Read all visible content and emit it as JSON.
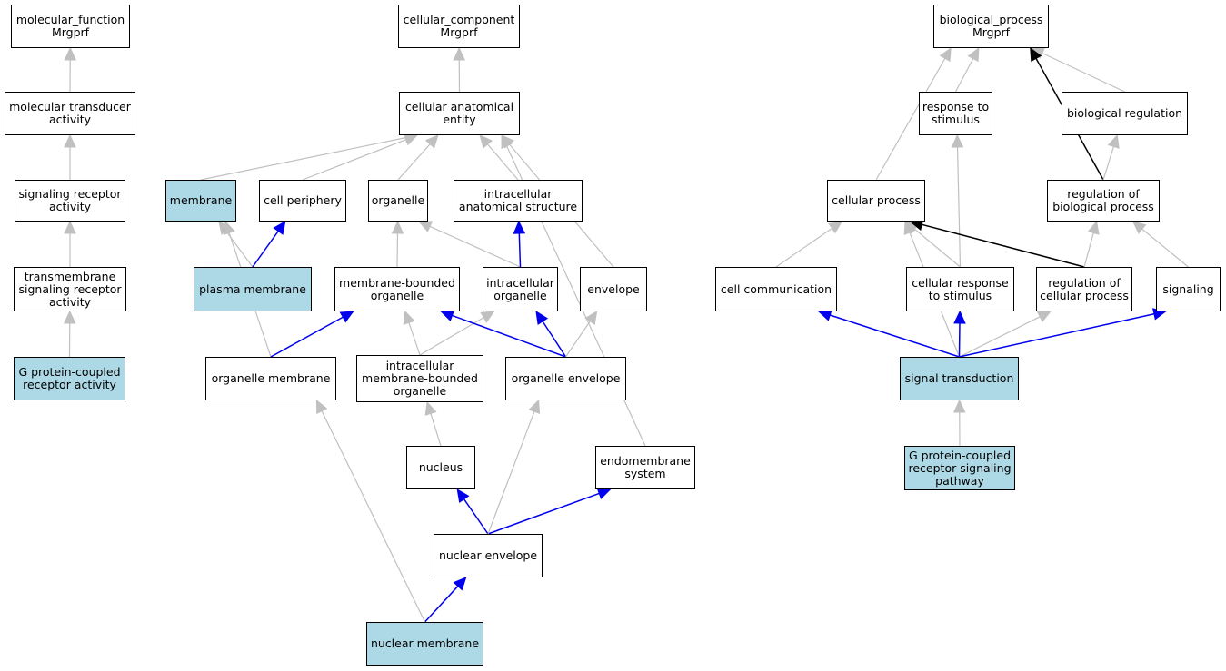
{
  "colors": {
    "node_fill": "#ffffff",
    "highlight_fill": "#add8e6",
    "edge_gray": "#c0c0c0",
    "edge_blue": "#0000ee",
    "edge_black": "#000000"
  },
  "nodes": [
    {
      "id": "mf",
      "label": "molecular_function\nMrgprf",
      "highlight": false
    },
    {
      "id": "mta",
      "label": "molecular transducer\nactivity",
      "highlight": false
    },
    {
      "id": "sra",
      "label": "signaling receptor\nactivity",
      "highlight": false
    },
    {
      "id": "tsra",
      "label": "transmembrane\nsignaling receptor\nactivity",
      "highlight": false
    },
    {
      "id": "gpcra",
      "label": "G protein-coupled\nreceptor activity",
      "highlight": true
    },
    {
      "id": "cc",
      "label": "cellular_component\nMrgprf",
      "highlight": false
    },
    {
      "id": "cae",
      "label": "cellular anatomical\nentity",
      "highlight": false
    },
    {
      "id": "membrane",
      "label": "membrane",
      "highlight": true
    },
    {
      "id": "cellper",
      "label": "cell periphery",
      "highlight": false
    },
    {
      "id": "organelle",
      "label": "organelle",
      "highlight": false
    },
    {
      "id": "ias",
      "label": "intracellular\nanatomical structure",
      "highlight": false
    },
    {
      "id": "plasma",
      "label": "plasma membrane",
      "highlight": true
    },
    {
      "id": "mbo",
      "label": "membrane-bounded\norganelle",
      "highlight": false
    },
    {
      "id": "io",
      "label": "intracellular\norganelle",
      "highlight": false
    },
    {
      "id": "envelope",
      "label": "envelope",
      "highlight": false
    },
    {
      "id": "om",
      "label": "organelle membrane",
      "highlight": false
    },
    {
      "id": "imbo",
      "label": "intracellular\nmembrane-bounded\norganelle",
      "highlight": false
    },
    {
      "id": "oe",
      "label": "organelle envelope",
      "highlight": false
    },
    {
      "id": "nucleus",
      "label": "nucleus",
      "highlight": false
    },
    {
      "id": "endo",
      "label": "endomembrane\nsystem",
      "highlight": false
    },
    {
      "id": "ne",
      "label": "nuclear envelope",
      "highlight": false
    },
    {
      "id": "nm",
      "label": "nuclear membrane",
      "highlight": true
    },
    {
      "id": "bp",
      "label": "biological_process\nMrgprf",
      "highlight": false
    },
    {
      "id": "rts",
      "label": "response to\nstimulus",
      "highlight": false
    },
    {
      "id": "breg",
      "label": "biological regulation",
      "highlight": false
    },
    {
      "id": "cp",
      "label": "cellular process",
      "highlight": false
    },
    {
      "id": "rbp",
      "label": "regulation of\nbiological process",
      "highlight": false
    },
    {
      "id": "cellcomm",
      "label": "cell communication",
      "highlight": false
    },
    {
      "id": "crs",
      "label": "cellular response\nto stimulus",
      "highlight": false
    },
    {
      "id": "rcp",
      "label": "regulation of\ncellular process",
      "highlight": false
    },
    {
      "id": "signaling",
      "label": "signaling",
      "highlight": false
    },
    {
      "id": "st",
      "label": "signal transduction",
      "highlight": true
    },
    {
      "id": "gpcrsp",
      "label": "G protein-coupled\nreceptor signaling\npathway",
      "highlight": true
    }
  ],
  "edges": [
    {
      "from": "mta",
      "to": "mf",
      "color": "gray"
    },
    {
      "from": "sra",
      "to": "mta",
      "color": "gray"
    },
    {
      "from": "tsra",
      "to": "sra",
      "color": "gray"
    },
    {
      "from": "gpcra",
      "to": "tsra",
      "color": "gray"
    },
    {
      "from": "cae",
      "to": "cc",
      "color": "gray"
    },
    {
      "from": "membrane",
      "to": "cae",
      "color": "gray"
    },
    {
      "from": "cellper",
      "to": "cae",
      "color": "gray"
    },
    {
      "from": "organelle",
      "to": "cae",
      "color": "gray"
    },
    {
      "from": "ias",
      "to": "cae",
      "color": "gray"
    },
    {
      "from": "envelope",
      "to": "cae",
      "color": "gray"
    },
    {
      "from": "endo",
      "to": "cae",
      "color": "gray"
    },
    {
      "from": "plasma",
      "to": "membrane",
      "color": "gray"
    },
    {
      "from": "plasma",
      "to": "cellper",
      "color": "blue"
    },
    {
      "from": "mbo",
      "to": "organelle",
      "color": "gray"
    },
    {
      "from": "io",
      "to": "organelle",
      "color": "gray"
    },
    {
      "from": "io",
      "to": "ias",
      "color": "blue"
    },
    {
      "from": "om",
      "to": "membrane",
      "color": "gray"
    },
    {
      "from": "om",
      "to": "mbo",
      "color": "blue"
    },
    {
      "from": "imbo",
      "to": "mbo",
      "color": "gray"
    },
    {
      "from": "imbo",
      "to": "io",
      "color": "gray"
    },
    {
      "from": "oe",
      "to": "mbo",
      "color": "blue"
    },
    {
      "from": "oe",
      "to": "io",
      "color": "blue"
    },
    {
      "from": "oe",
      "to": "envelope",
      "color": "gray"
    },
    {
      "from": "nucleus",
      "to": "imbo",
      "color": "gray"
    },
    {
      "from": "ne",
      "to": "nucleus",
      "color": "blue"
    },
    {
      "from": "ne",
      "to": "endo",
      "color": "blue"
    },
    {
      "from": "ne",
      "to": "oe",
      "color": "gray"
    },
    {
      "from": "nm",
      "to": "ne",
      "color": "blue"
    },
    {
      "from": "nm",
      "to": "om",
      "color": "gray"
    },
    {
      "from": "rts",
      "to": "bp",
      "color": "gray"
    },
    {
      "from": "breg",
      "to": "bp",
      "color": "gray"
    },
    {
      "from": "cp",
      "to": "bp",
      "color": "gray"
    },
    {
      "from": "rbp",
      "to": "bp",
      "color": "black"
    },
    {
      "from": "rbp",
      "to": "breg",
      "color": "gray"
    },
    {
      "from": "cellcomm",
      "to": "cp",
      "color": "gray"
    },
    {
      "from": "crs",
      "to": "cp",
      "color": "gray"
    },
    {
      "from": "crs",
      "to": "rts",
      "color": "gray"
    },
    {
      "from": "rcp",
      "to": "cp",
      "color": "black"
    },
    {
      "from": "rcp",
      "to": "rbp",
      "color": "gray"
    },
    {
      "from": "signaling",
      "to": "rbp",
      "color": "gray"
    },
    {
      "from": "st",
      "to": "cellcomm",
      "color": "blue"
    },
    {
      "from": "st",
      "to": "cp",
      "color": "gray"
    },
    {
      "from": "st",
      "to": "crs",
      "color": "blue"
    },
    {
      "from": "st",
      "to": "rcp",
      "color": "gray"
    },
    {
      "from": "st",
      "to": "signaling",
      "color": "blue"
    },
    {
      "from": "gpcrsp",
      "to": "st",
      "color": "gray"
    }
  ]
}
